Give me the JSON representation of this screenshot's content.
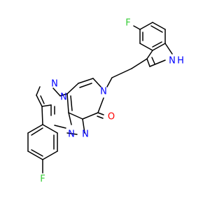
{
  "colors": {
    "background": "#ffffff",
    "bond": "#000000",
    "nitrogen": "#0000ff",
    "oxygen": "#ff0000",
    "fluorine": "#33cc33"
  },
  "labels": {
    "fluorine_top": "F",
    "indole_nh": "N",
    "indole_h": "H",
    "pyridone_n": "N",
    "carbonyl_o": "O",
    "pyrazole_n1": "N",
    "pyrazole_n2": "N",
    "triazine_n3": "N",
    "triazine_n4": "N",
    "fluorine_bottom": "F"
  }
}
